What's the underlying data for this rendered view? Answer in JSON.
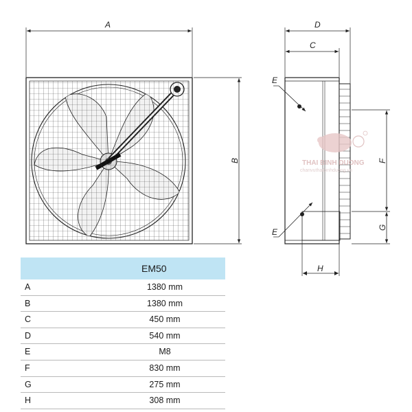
{
  "dimension_labels": {
    "A": "A",
    "B": "B",
    "C": "C",
    "D": "D",
    "E_top": "E",
    "E_bottom": "E",
    "F": "F",
    "G": "G",
    "H": "H"
  },
  "watermark": {
    "brand": "THAI BINH DUONG",
    "url": "chanvuthaibinhduong.vn",
    "icon": "pig-logo-icon",
    "color": "#d9b3b3"
  },
  "table": {
    "header_color": "#bfe4f4",
    "model": "EM50",
    "rows": [
      {
        "key": "A",
        "value": "1380 mm"
      },
      {
        "key": "B",
        "value": "1380 mm"
      },
      {
        "key": "C",
        "value": "450 mm"
      },
      {
        "key": "D",
        "value": "540 mm"
      },
      {
        "key": "E",
        "value": "M8"
      },
      {
        "key": "F",
        "value": "830 mm"
      },
      {
        "key": "G",
        "value": "275 mm"
      },
      {
        "key": "H",
        "value": "308 mm"
      }
    ]
  }
}
